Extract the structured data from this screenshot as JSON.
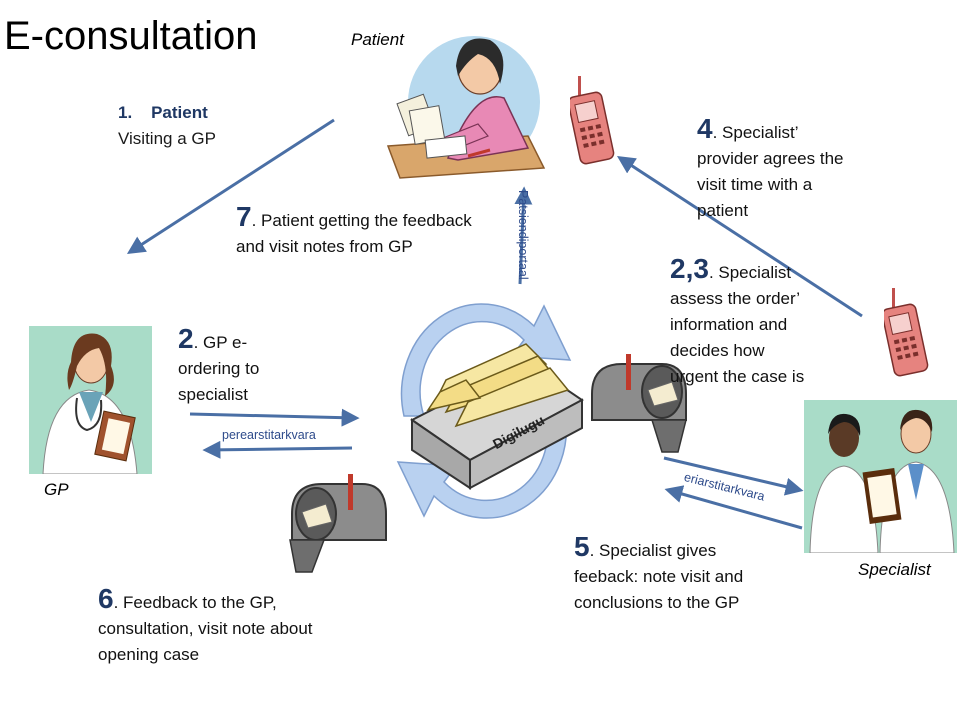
{
  "title": "E-consultation",
  "actors": {
    "patient": "Patient",
    "gp": "GP",
    "specialist": "Specialist"
  },
  "hub_label": "Digilugu",
  "channels": {
    "gp_software": "perearstitarkvara",
    "specialist_software": "eriarstitarkvara",
    "patient_portal": "Patsiendiportaal"
  },
  "steps": {
    "s1": {
      "num": "1.",
      "title": "Patient",
      "text": "Visiting  a GP"
    },
    "s2": {
      "num": "2",
      "lines": [
        ". GP e-",
        "ordering to",
        "specialist"
      ]
    },
    "s23": {
      "num": "2,3",
      "lines": [
        ". Specialist",
        "assess the order’",
        "information and",
        "decides how",
        "urgent the case is"
      ]
    },
    "s4": {
      "num": "4",
      "lines": [
        ". Specialist’",
        "provider agrees the",
        "visit time with a",
        "patient"
      ]
    },
    "s5": {
      "num": "5",
      "lines": [
        ". Specialist gives",
        "feeback:  note visit and",
        "conclusions to the GP"
      ]
    },
    "s6": {
      "num": "6",
      "lines": [
        ". Feedback to the GP,",
        "consultation, visit note about",
        "opening case"
      ]
    },
    "s7": {
      "num": "7",
      "lines": [
        ". Patient getting the feedback",
        "and visit notes from GP"
      ]
    }
  },
  "colors": {
    "arrow": "#4a6fa5",
    "number": "#1f3864",
    "cycle": "#9bbbe6",
    "phone": "#c0504d"
  },
  "icons": {
    "patient": "woman-at-desk-icon",
    "gp": "female-doctor-icon",
    "specialist": "two-doctors-icon",
    "hub": "file-box-icon",
    "mail": "mailbox-icon",
    "phone": "mobile-phone-icon"
  }
}
